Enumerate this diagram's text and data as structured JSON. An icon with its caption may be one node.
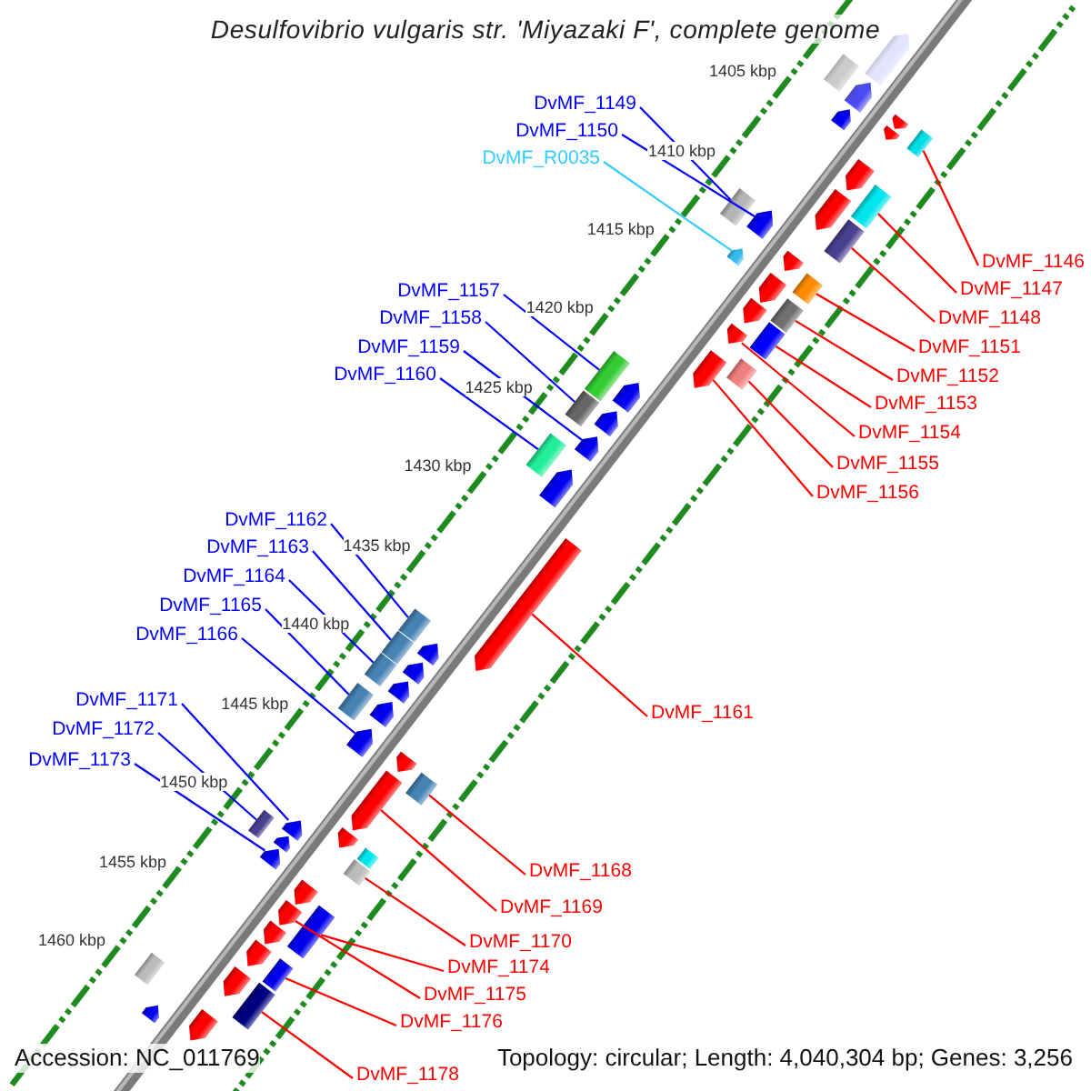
{
  "diagram": {
    "title": "Desulfovibrio vulgaris str. 'Miyazaki F', complete genome",
    "nodes": [
      {
        "text": [
          "DvMF_1149"
        ]
      },
      {
        "text": [],
        "shape": "box"
      },
      {
        "text": [
          "DvMF_1150"
        ]
      },
      {
        "text": [],
        "shape": "pentagon"
      },
      {
        "text": [
          "DvMF_R0035"
        ]
      },
      {
        "text": [],
        "shape": "pentagon"
      },
      {
        "text": [
          "DvMF_1146"
        ]
      },
      {
        "text": [],
        "shape": "box"
      },
      {
        "text": [
          "DvMF_1147"
        ]
      },
      {
        "text": [],
        "shape": "box"
      },
      {
        "text": [
          "DvMF_1157"
        ]
      },
      {
        "text": [],
        "shape": "box"
      },
      {
        "text": [
          "DvMF_1158"
        ]
      },
      {
        "text": [],
        "shape": "box"
      },
      {
        "text": [
          "DvMF_1148"
        ]
      },
      {
        "text": [],
        "shape": "box"
      },
      {
        "text": [
          "DvMF_1159"
        ]
      },
      {
        "text": [],
        "shape": "pentagon"
      },
      {
        "text": [
          "DvMF_1151"
        ]
      },
      {
        "text": [],
        "shape": "box"
      },
      {
        "text": [
          "DvMF_1160"
        ]
      },
      {
        "text": [],
        "shape": "box"
      },
      {
        "text": [
          "DvMF_1152"
        ]
      },
      {
        "text": [],
        "shape": "box"
      },
      {
        "text": [
          "DvMF_1153"
        ]
      },
      {
        "text": [],
        "shape": "box"
      },
      {
        "text": [
          "DvMF_1154"
        ]
      },
      {
        "text": [],
        "shape": "pentagon"
      },
      {
        "text": [
          "DvMF_1155"
        ]
      },
      {
        "text": [],
        "shape": "box"
      },
      {
        "text": [
          "DvMF_1156"
        ]
      },
      {
        "text": [],
        "shape": "pentagon"
      },
      {
        "text": [
          "DvMF_1162"
        ]
      },
      {
        "text": [],
        "shape": "box"
      },
      {
        "text": [
          "DvMF_1163"
        ]
      },
      {
        "text": [],
        "shape": "box"
      },
      {
        "text": [
          "DvMF_1164"
        ]
      },
      {
        "text": [],
        "shape": "box"
      },
      {
        "text": [
          "DvMF_1165"
        ]
      },
      {
        "text": [],
        "shape": "box"
      },
      {
        "text": [
          "DvMF_1166"
        ]
      },
      {
        "text": [],
        "shape": "pentagon"
      },
      {
        "text": [
          "DvMF_1171"
        ]
      },
      {
        "text": [],
        "shape": "pentagon"
      },
      {
        "text": [
          "DvMF_1161"
        ]
      },
      {
        "text": [],
        "shape": "pentagon"
      },
      {
        "text": [
          "DvMF_1172"
        ]
      },
      {
        "text": [],
        "shape": "box"
      },
      {
        "text": [
          "DvMF_1173"
        ]
      },
      {
        "text": [],
        "shape": "pentagon"
      },
      {
        "text": [
          "DvMF_1168"
        ]
      },
      {
        "text": [],
        "shape": "box"
      },
      {
        "text": [
          "DvMF_1169"
        ]
      },
      {
        "text": [],
        "shape": "pentagon"
      },
      {
        "text": [
          "DvMF_1170"
        ]
      },
      {
        "text": [],
        "shape": "box"
      },
      {
        "text": [
          "DvMF_1174"
        ]
      },
      {
        "text": [],
        "shape": "box"
      },
      {
        "text": [
          "DvMF_1175"
        ]
      },
      {
        "text": [],
        "shape": "pentagon"
      },
      {
        "text": [
          "DvMF_1176"
        ]
      },
      {
        "text": [],
        "shape": "box"
      },
      {
        "text": [
          "DvMF_1178"
        ]
      },
      {
        "text": [],
        "shape": "box"
      },
      {
        "text": [],
        "shape": "pentagon"
      },
      {
        "text": [],
        "shape": "box"
      },
      {
        "text": [],
        "shape": "pentagon"
      },
      {
        "text": [],
        "shape": "pentagon"
      },
      {
        "text": [],
        "shape": "pentagon"
      },
      {
        "text": [],
        "shape": "pentagon"
      },
      {
        "text": [],
        "shape": "pentagon"
      },
      {
        "text": [],
        "shape": "pentagon"
      },
      {
        "text": [],
        "shape": "pentagon"
      },
      {
        "text": [],
        "shape": "pentagon"
      },
      {
        "text": [],
        "shape": "pentagon"
      },
      {
        "text": [],
        "shape": "pentagon"
      },
      {
        "text": [],
        "shape": "pentagon"
      },
      {
        "text": [],
        "shape": "pentagon"
      },
      {
        "text": [],
        "shape": "pentagon"
      },
      {
        "text": [],
        "shape": "pentagon"
      },
      {
        "text": [],
        "shape": "pentagon"
      },
      {
        "text": [],
        "shape": "pentagon"
      },
      {
        "text": [],
        "shape": "pentagon"
      },
      {
        "text": [],
        "shape": "pentagon"
      },
      {
        "text": [],
        "shape": "pentagon"
      },
      {
        "text": [],
        "shape": "box"
      },
      {
        "text": [],
        "shape": "pentagon"
      },
      {
        "text": [],
        "shape": "pentagon"
      },
      {
        "text": [],
        "shape": "pentagon"
      },
      {
        "text": [],
        "shape": "pentagon"
      },
      {
        "text": [],
        "shape": "box"
      },
      {
        "text": [],
        "shape": "pentagon"
      },
      {
        "text": [],
        "shape": "pentagon"
      }
    ],
    "edges": [
      {
        "from": 0,
        "to": 1,
        "arrow": "none",
        "color": "#0000ff"
      },
      {
        "from": 2,
        "to": 3,
        "arrow": "none",
        "color": "#0000ff"
      },
      {
        "from": 4,
        "to": 5,
        "arrow": "none",
        "color": "#33ccff"
      },
      {
        "from": 6,
        "to": 7,
        "arrow": "none"
      },
      {
        "from": 8,
        "to": 9,
        "arrow": "none"
      },
      {
        "from": 10,
        "to": 11,
        "arrow": "none",
        "color": "#0000ff"
      },
      {
        "from": 12,
        "to": 13,
        "arrow": "none",
        "color": "#0000ff"
      },
      {
        "from": 14,
        "to": 15,
        "arrow": "none"
      },
      {
        "from": 16,
        "to": 17,
        "arrow": "none",
        "color": "#0000ff"
      },
      {
        "from": 18,
        "to": 19,
        "arrow": "none"
      },
      {
        "from": 20,
        "to": 21,
        "arrow": "none",
        "color": "#0000ff"
      },
      {
        "from": 22,
        "to": 23,
        "arrow": "none"
      },
      {
        "from": 24,
        "to": 25,
        "arrow": "none"
      },
      {
        "from": 26,
        "to": 27,
        "arrow": "none"
      },
      {
        "from": 28,
        "to": 29,
        "arrow": "none"
      },
      {
        "from": 30,
        "to": 31,
        "arrow": "none"
      },
      {
        "from": 32,
        "to": 33,
        "arrow": "none",
        "color": "#0000ff"
      },
      {
        "from": 34,
        "to": 35,
        "arrow": "none",
        "color": "#0000ff"
      },
      {
        "from": 36,
        "to": 37,
        "arrow": "none",
        "color": "#0000ff"
      },
      {
        "from": 38,
        "to": 39,
        "arrow": "none",
        "color": "#0000ff"
      },
      {
        "from": 40,
        "to": 41,
        "arrow": "none",
        "color": "#0000ff"
      },
      {
        "from": 42,
        "to": 43,
        "arrow": "none",
        "color": "#0000ff"
      },
      {
        "from": 44,
        "to": 45,
        "arrow": "none"
      },
      {
        "from": 46,
        "to": 47,
        "arrow": "none",
        "color": "#0000ff"
      },
      {
        "from": 48,
        "to": 49,
        "arrow": "none",
        "color": "#0000ff"
      },
      {
        "from": 50,
        "to": 51,
        "arrow": "none"
      },
      {
        "from": 52,
        "to": 53,
        "arrow": "none"
      },
      {
        "from": 54,
        "to": 55,
        "arrow": "none"
      },
      {
        "from": 56,
        "to": 57,
        "arrow": "none"
      },
      {
        "from": 58,
        "to": 59,
        "arrow": "none"
      },
      {
        "from": 60,
        "to": 61,
        "arrow": "none"
      },
      {
        "from": 62,
        "to": 63,
        "arrow": "none"
      }
    ],
    "labels": [
      "1405 kbp",
      "1410 kbp",
      "1415 kbp",
      "1420 kbp",
      "1425 kbp",
      "1430 kbp",
      "1435 kbp",
      "1440 kbp",
      "1445 kbp",
      "1450 kbp",
      "1455 kbp",
      "1460 kbp",
      "Accession: NC_011769",
      "Topology: circular; Length: 4,040,304 bp; Genes: 3,256"
    ]
  }
}
